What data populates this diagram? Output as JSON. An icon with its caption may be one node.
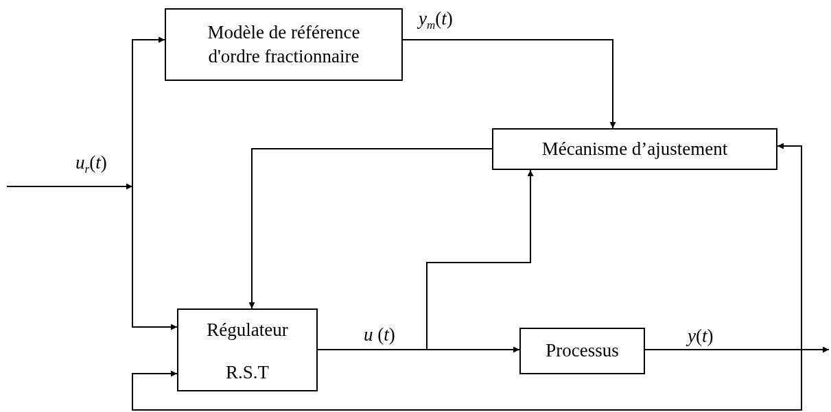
{
  "diagram": {
    "nodes": [
      {
        "text": [
          "Modèle de référence d'ordre fractionnaire"
        ]
      },
      {
        "text": [
          "Mécanisme d’ajustement"
        ]
      },
      {
        "text": [
          "Régulateur",
          "R.S.T"
        ]
      },
      {
        "text": [
          "Processus"
        ]
      }
    ],
    "edges": [
      {
        "from": null,
        "to": 0,
        "arrow": "to",
        "label": "*u*$_{r}$(*t*)"
      },
      {
        "from": null,
        "to": 2,
        "arrow": "to"
      },
      {
        "from": 0,
        "to": 1,
        "arrow": "to",
        "label": "*y*$_{m}$(*t*)"
      },
      {
        "from": 1,
        "to": 2,
        "arrow": "to"
      },
      {
        "from": 2,
        "to": 3,
        "arrow": "to",
        "label": "*u* (*t*)"
      },
      {
        "from": 2,
        "to": 1,
        "arrow": "to"
      },
      {
        "from": 3,
        "to": null,
        "arrow": "to",
        "label": "*y*(*t*)"
      },
      {
        "from": 3,
        "to": 1,
        "arrow": "to"
      },
      {
        "from": 3,
        "to": 2,
        "arrow": "to"
      }
    ]
  }
}
